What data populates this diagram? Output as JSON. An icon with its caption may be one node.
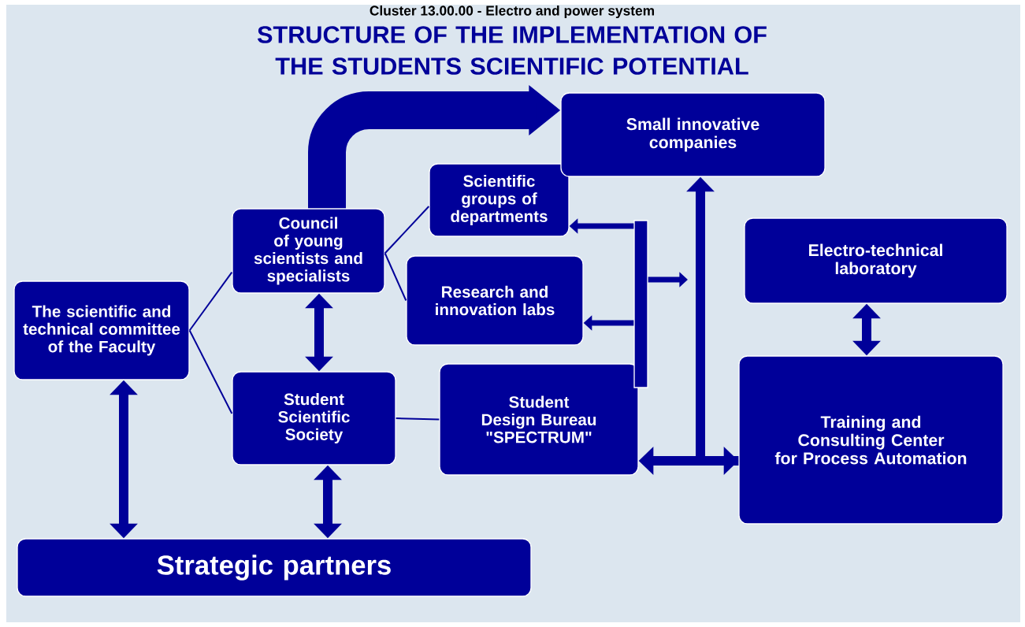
{
  "diagram": {
    "title": "STRUCTURE OF THE IMPLEMENTATION OF THE STUDENTS SCIENTIFIC POTENTIAL",
    "nodes": [
      {
        "text": [
          "The scientific and technical committee of the Faculty"
        ]
      },
      {
        "text": [
          "Council of young scientists and specialists"
        ]
      },
      {
        "text": [
          "Student Scientific Society"
        ]
      },
      {
        "text": [
          "Scientific groups of departments"
        ]
      },
      {
        "text": [
          "Research and innovation labs"
        ]
      },
      {
        "text": [
          "Student Design Bureau \"SPECTRUM\""
        ]
      },
      {
        "text": [
          "Small innovative companies"
        ]
      },
      {
        "text": [
          "Electro-technical laboratory"
        ]
      },
      {
        "text": [
          "Training and Consulting Center for Process Automation"
        ]
      },
      {
        "text": [
          "Strategic partners"
        ]
      },
      {
        "text": [],
        "shape": "bar"
      }
    ],
    "edges": [
      {
        "from": 0,
        "to": 1,
        "arrow": "none"
      },
      {
        "from": 0,
        "to": 2,
        "arrow": "none"
      },
      {
        "from": 1,
        "to": 3,
        "arrow": "none"
      },
      {
        "from": 1,
        "to": 4,
        "arrow": "none"
      },
      {
        "from": 2,
        "to": 5,
        "arrow": "none"
      },
      {
        "from": 1,
        "to": 6,
        "arrow": "to",
        "style": "thick"
      },
      {
        "from": 1,
        "to": 2,
        "arrow": "both"
      },
      {
        "from": 0,
        "to": 9,
        "arrow": "both"
      },
      {
        "from": 2,
        "to": 9,
        "arrow": "both"
      },
      {
        "from": 10,
        "to": 3,
        "arrow": "to"
      },
      {
        "from": 10,
        "to": 4,
        "arrow": "to"
      },
      {
        "from": 10,
        "to": null,
        "arrow": "to"
      },
      {
        "from": 8,
        "to": 6,
        "arrow": "to"
      },
      {
        "from": 5,
        "to": 8,
        "arrow": "both"
      },
      {
        "from": 7,
        "to": 8,
        "arrow": "both"
      }
    ],
    "labels": [
      "Cluster 13.00.00 - Electro and power system"
    ]
  }
}
